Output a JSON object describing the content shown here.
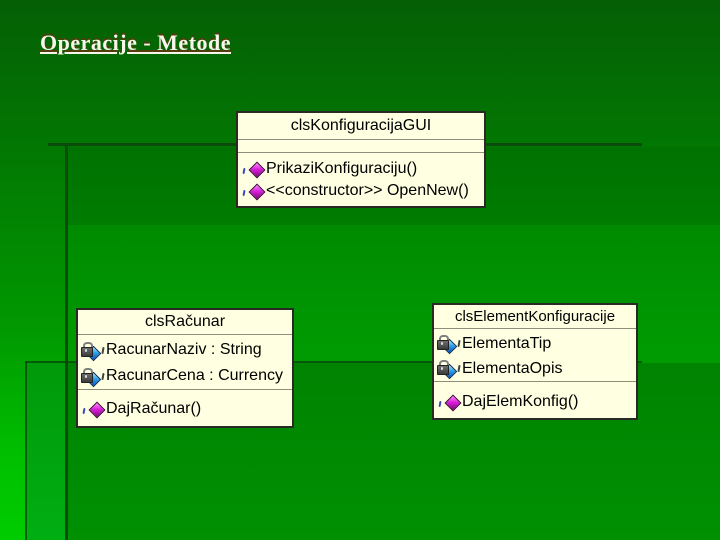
{
  "slide": {
    "title": "Operacije - Metode"
  },
  "colors": {
    "background_top_green": "#056005",
    "background_bottom_green": "#00cc00",
    "panel_dark_green": "#007201",
    "panel_edge_green": "#0b4b0b",
    "class_box_fill": "#ffffe2",
    "class_box_border": "#2a2a24",
    "compartment_divider": "#8f8f7c",
    "title_text": "#f6f6ea",
    "title_shadow_red": "#961914",
    "method_icon_purple": "#d81fd8",
    "attribute_icon_cyan": "#2fa0e8",
    "lock_gray": "#555555"
  },
  "icons": {
    "method": "purple-diamond-gem",
    "attribute": "padlock-over-cyan-diamond"
  },
  "diagram": {
    "classes": [
      {
        "name": "clsKonfiguracijaGUI",
        "attributes": [],
        "methods": [
          "PrikaziKonfiguraciju()",
          "<<constructor>> OpenNew()"
        ]
      },
      {
        "name": "clsRačunar",
        "attributes": [
          "RacunarNaziv : String",
          "RacunarCena : Currency"
        ],
        "methods": [
          "DajRačunar()"
        ]
      },
      {
        "name": "clsElementKonfiguracije",
        "attributes": [
          "ElementaTip",
          "ElementaOpis"
        ],
        "methods": [
          "DajElemKonfig()"
        ]
      }
    ]
  }
}
